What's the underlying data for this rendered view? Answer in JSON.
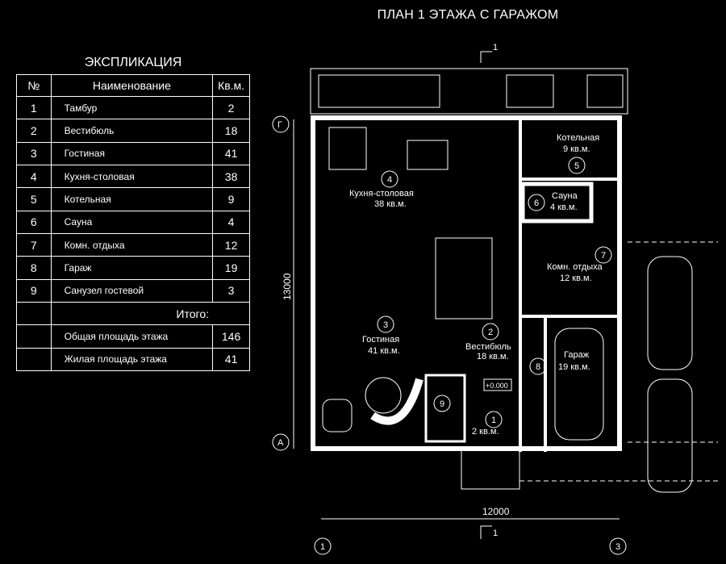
{
  "title": "ПЛАН 1 ЭТАЖА С ГАРАЖОМ",
  "explication": {
    "title": "ЭКСПЛИКАЦИЯ",
    "headers": {
      "num": "№",
      "name": "Наименование",
      "area": "Кв.м."
    },
    "rows": [
      {
        "num": "1",
        "name": "Тамбур",
        "area": "2"
      },
      {
        "num": "2",
        "name": "Вестибюль",
        "area": "18"
      },
      {
        "num": "3",
        "name": "Гостиная",
        "area": "41"
      },
      {
        "num": "4",
        "name": "Кухня-столовая",
        "area": "38"
      },
      {
        "num": "5",
        "name": "Котельная",
        "area": "9"
      },
      {
        "num": "6",
        "name": "Сауна",
        "area": "4"
      },
      {
        "num": "7",
        "name": "Комн. отдыха",
        "area": "12"
      },
      {
        "num": "8",
        "name": "Гараж",
        "area": "19"
      },
      {
        "num": "9",
        "name": "Санузел гостевой",
        "area": "3"
      }
    ],
    "total_label": "Итого:",
    "floor_area_label": "Общая площадь этажа",
    "floor_area": "146",
    "living_area_label": "Жилая площадь этажа",
    "living_area": "41"
  },
  "plan": {
    "rooms": [
      {
        "num": "1",
        "name": "",
        "area": "2 кв.м."
      },
      {
        "num": "2",
        "name": "Вестибюль",
        "area": "18 кв.м."
      },
      {
        "num": "3",
        "name": "Гостиная",
        "area": "41 кв.м."
      },
      {
        "num": "4",
        "name": "Кухня-столовая",
        "area": "38 кв.м."
      },
      {
        "num": "5",
        "name": "Котельная",
        "area": "9 кв.м."
      },
      {
        "num": "6",
        "name": "Сауна",
        "area": "4 кв.м."
      },
      {
        "num": "7",
        "name": "Комн. отдыха",
        "area": "12 кв.м."
      },
      {
        "num": "8",
        "name": "Гараж",
        "area": "19 кв.м."
      },
      {
        "num": "9",
        "name": "",
        "area": ""
      }
    ],
    "dims": {
      "height": "13000",
      "width": "12000"
    },
    "axes": {
      "a": "А",
      "g": "Г",
      "one": "1",
      "three": "3"
    },
    "section": {
      "label": "1"
    },
    "level_mark": "+0.000"
  }
}
